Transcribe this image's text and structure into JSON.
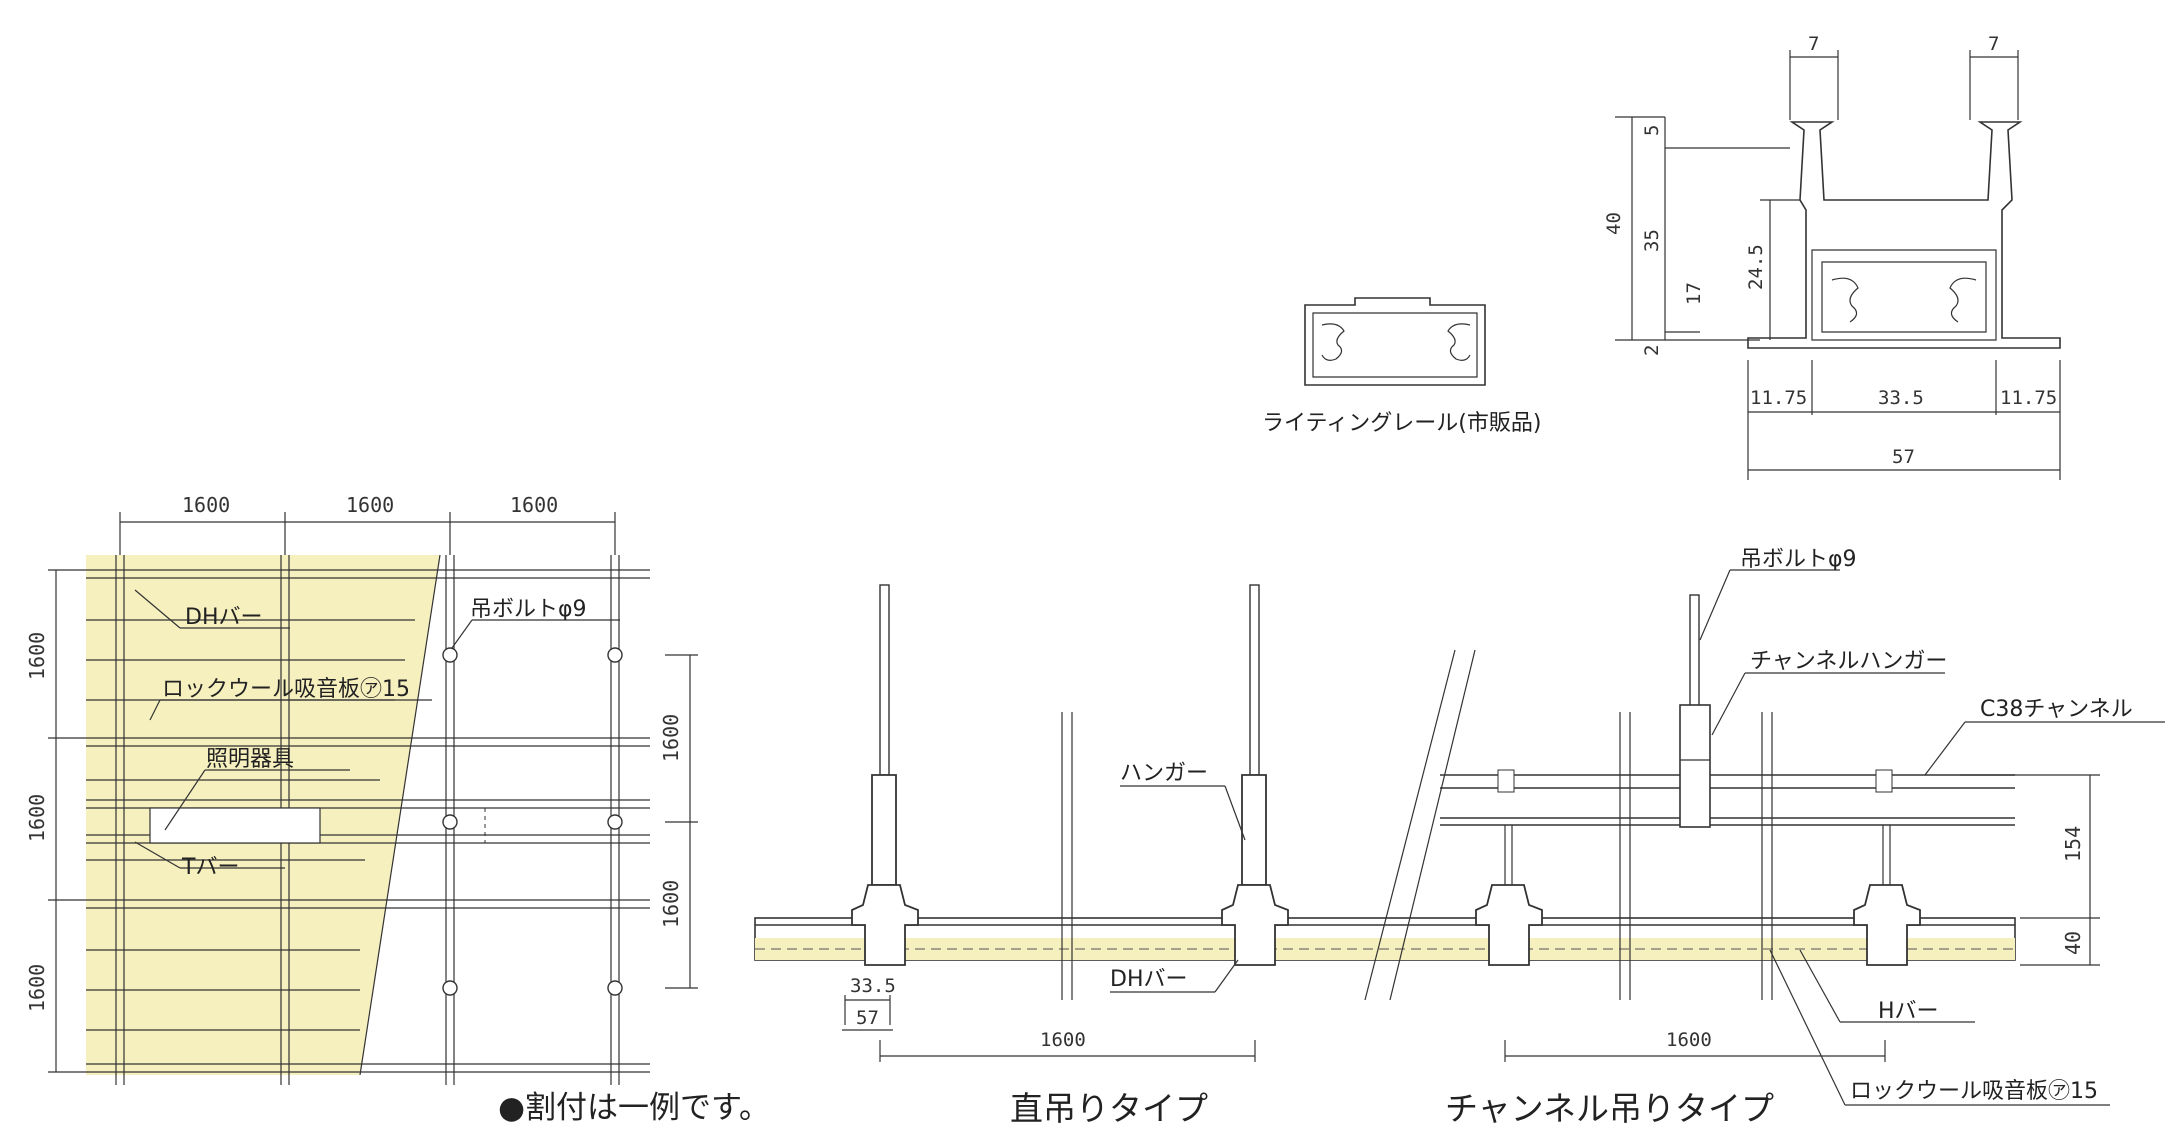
{
  "lighting_rail": {
    "caption": "ライティングレール(市販品)",
    "dims": {
      "top_left": "7",
      "top_right": "7",
      "d5": "5",
      "d40": "40",
      "d35": "35",
      "d17": "17",
      "d2": "2",
      "d24_5": "24.5",
      "w_left": "11.75",
      "w_mid": "33.5",
      "w_right": "11.75",
      "w_total": "57"
    }
  },
  "plan": {
    "grid_h": [
      "1600",
      "1600",
      "1600"
    ],
    "grid_v": [
      "1600",
      "1600",
      "1600"
    ],
    "right_v": [
      "1600",
      "1600"
    ],
    "labels": {
      "dh_bar": "DHバー",
      "rockwool": "ロックウール吸音板㋐15",
      "lighting": "照明器具",
      "t_bar": "Tバー",
      "bolt": "吊ボルトφ9"
    },
    "note": "●割付は一例です。"
  },
  "direct": {
    "title": "直吊りタイプ",
    "labels": {
      "hanger": "ハンガー",
      "dh_bar": "DHバー"
    },
    "dims": {
      "d33_5": "33.5",
      "d57": "57",
      "d1600": "1600"
    }
  },
  "channel": {
    "title": "チャンネル吊りタイプ",
    "labels": {
      "bolt": "吊ボルトφ9",
      "channel_hanger": "チャンネルハンガー",
      "c38": "C38チャンネル",
      "h_bar": "Hバー",
      "rockwool": "ロックウール吸音板㋐15"
    },
    "dims": {
      "d154": "154",
      "d40": "40",
      "d1600": "1600"
    }
  },
  "colors": {
    "panel_fill": "#f6f0bf",
    "line": "#333333"
  }
}
